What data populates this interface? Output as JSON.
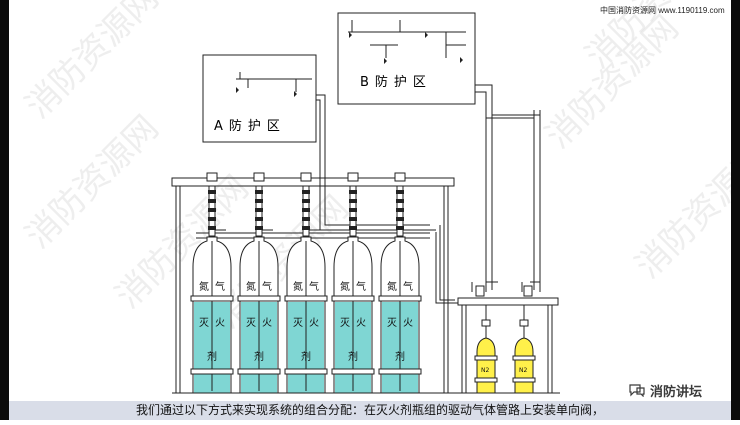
{
  "site_watermark": "中国消防资源网 www.1190119.com",
  "zone_a_label": "A防护区",
  "zone_b_label": "B防护区",
  "cylinder_text": {
    "top_left": "氮",
    "top_right": "气",
    "body_1": "灭",
    "body_2": "火",
    "body_3": "剂"
  },
  "cylinder_count": 5,
  "driver_cylinder_label": "N2",
  "driver_cylinder_count": 2,
  "background_watermark": "消防资源网",
  "forum_badge": "消防讲坛",
  "caption": "我们通过以下方式来实现系统的组合分配：在灭火剂瓶组的驱动气体管路上安装单向阀，",
  "colors": {
    "water_fill": "#7fd6d3",
    "driver_cylinder": "#fff04a",
    "line": "#222222",
    "caption_bg": "#d9dde8",
    "watermark": "#e4e4e4"
  }
}
